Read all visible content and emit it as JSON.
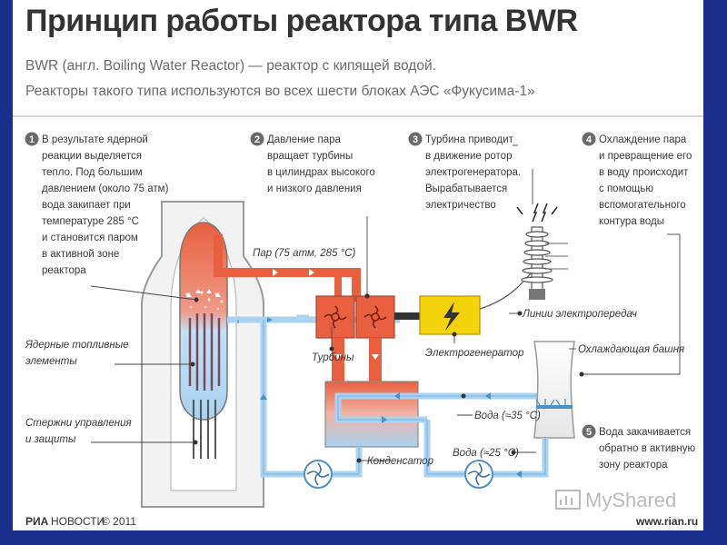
{
  "header": {
    "title": "Принцип работы реактора типа BWR",
    "subtitle1": "BWR (англ. Boiling Water Reactor) — реактор с кипящей водой.",
    "subtitle2": "Реакторы такого типа используются во всех шести блоках АЭС «Фукусима-1»"
  },
  "steps": [
    {
      "num": "1",
      "lines": [
        "В результате ядерной",
        "реакции выделяется",
        "тепло. Под большим",
        "давлением (около 75 атм)",
        "вода закипает при",
        "температуре 285 °С",
        "и становится паром",
        "в активной зоне",
        "реактора"
      ]
    },
    {
      "num": "2",
      "lines": [
        "Давление пара",
        "вращает турбины",
        "в цилиндрах высокого",
        "и низкого давления"
      ]
    },
    {
      "num": "3",
      "lines": [
        "Турбина приводит",
        "в движение ротор",
        "электрогенератора.",
        "Вырабатывается",
        "электричество"
      ]
    },
    {
      "num": "4",
      "lines": [
        "Охлаждение пара",
        "и превращение его",
        "в воду происходит",
        "с помощью",
        "вспомогательного",
        "контура воды"
      ]
    },
    {
      "num": "5",
      "lines": [
        "Вода закачивается",
        "обратно в активную",
        "зону реактора"
      ]
    }
  ],
  "labels": {
    "steam": "Пар (75 атм, 285 °С)",
    "fuel1": "Ядерные топливные",
    "fuel2": "элементы",
    "rods1": "Стержни управления",
    "rods2": "и защиты",
    "turbines": "Турбины",
    "generator": "Электрогенератор",
    "power_lines": "Линии электропередач",
    "cooling_tower": "Охлаждающая башня",
    "water35": "Вода (≈35 °С)",
    "water25": "Вода (≈25 °С)",
    "condenser": "Конденсатор"
  },
  "footer": {
    "brand_ria": "РИА",
    "brand_novosti": "НОВОСТИ",
    "copyright": "© 2011",
    "site": "www.rian.ru",
    "watermark": "MyShared"
  },
  "colors": {
    "steam": "#e8603f",
    "water": "#a9d3f0",
    "water_edge": "#4d8fc8",
    "generator": "#f5d30a",
    "badge": "#6a6a6a"
  }
}
